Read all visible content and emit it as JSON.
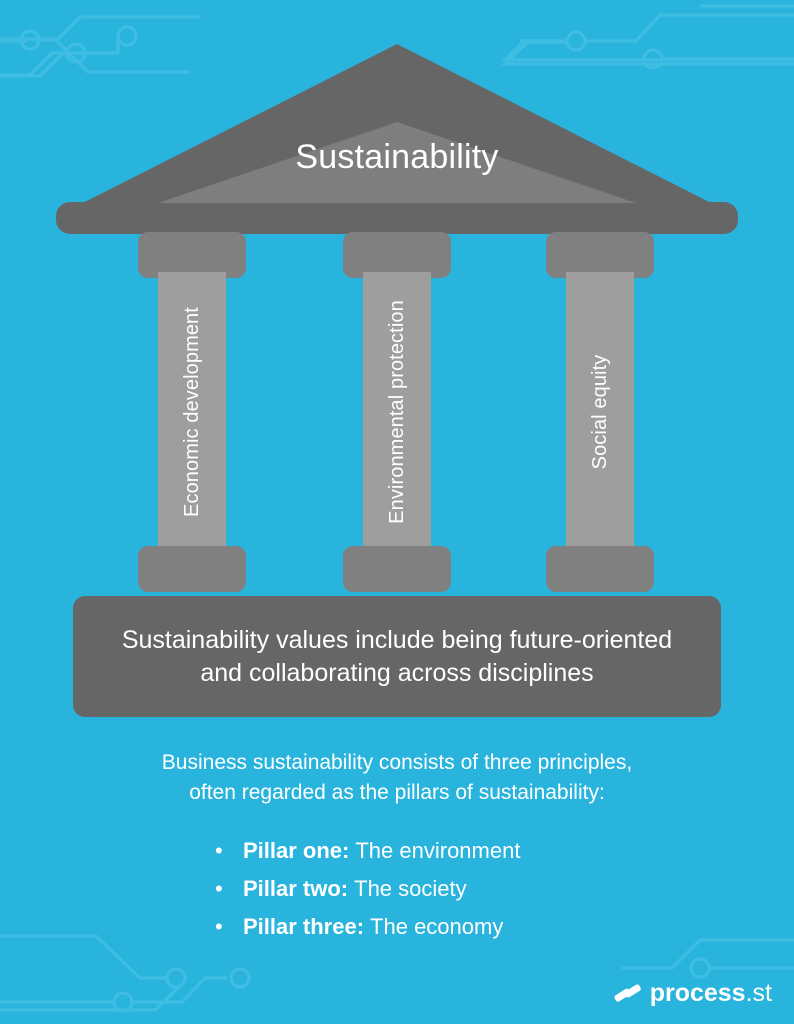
{
  "colors": {
    "background_blue": "#29b4de",
    "circuit_line": "#3fbde3",
    "dark_gray": "#666666",
    "mid_gray": "#808080",
    "pediment_inner_gray": "#7e7e7e",
    "column_shaft_gray": "#9e9e9e",
    "text_white": "#ffffff"
  },
  "temple": {
    "roof_title": "Sustainability",
    "columns": [
      {
        "label": "Economic development"
      },
      {
        "label": "Environmental protection"
      },
      {
        "label": "Social equity"
      }
    ],
    "plinth": {
      "line1": "Sustainability values include being future-oriented",
      "line2": "and collaborating across disciplines"
    }
  },
  "caption": {
    "line1": "Business sustainability consists of three principles,",
    "line2": "often regarded as the pillars of sustainability:"
  },
  "bullets": [
    {
      "marker": "•",
      "label": "Pillar one:",
      "text": "The environment"
    },
    {
      "marker": "•",
      "label": "Pillar two:",
      "text": "The society"
    },
    {
      "marker": "•",
      "label": "Pillar three:",
      "text": "The economy"
    }
  ],
  "logo": {
    "brand": "process",
    "tld": ".st"
  }
}
